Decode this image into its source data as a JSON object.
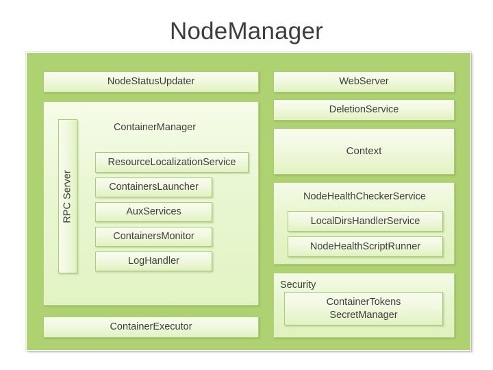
{
  "diagram": {
    "title": "NodeManager",
    "type": "architecture-block-diagram",
    "colors": {
      "outer_container_fill": "#aed172",
      "component_box_fill_top": "#f8fcef",
      "component_box_fill_bottom": "#e2f2c2",
      "component_box_border": "#a9cc77",
      "panel_fill": "#e7f5cd",
      "panel_border": "#b3d384",
      "text": "#3d3d3d",
      "page_background": "#ffffff"
    }
  },
  "left_column": {
    "node_status_updater": "NodeStatusUpdater",
    "container_manager": {
      "title": "ContainerManager",
      "rpc_server": "RPC Server",
      "services": [
        "ResourceLocalizationService",
        "ContainersLauncher",
        "AuxServices",
        "ContainersMonitor",
        "LogHandler"
      ]
    },
    "container_executor": "ContainerExecutor"
  },
  "right_column": {
    "web_server": "WebServer",
    "deletion_service": "DeletionService",
    "context": "Context",
    "node_health_checker": {
      "title": "NodeHealthCheckerService",
      "services": [
        "LocalDirsHandlerService",
        "NodeHealthScriptRunner"
      ]
    },
    "security": {
      "title": "Security",
      "container_tokens_secret_manager": {
        "line1": "ContainerTokens",
        "line2": "SecretManager"
      }
    }
  }
}
